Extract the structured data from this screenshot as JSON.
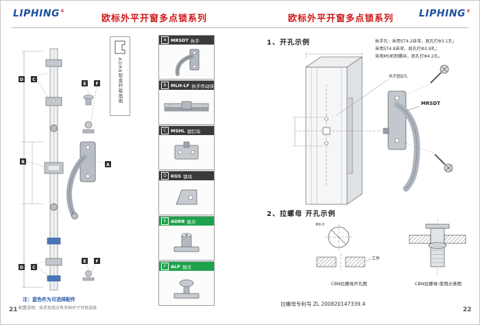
{
  "brand": {
    "name": "LIPHING",
    "reg": "®"
  },
  "series_title": "欧标外平开窗多点锁系列",
  "left_page": {
    "page_number": "21",
    "crosssection_label": "ADRB配盒杆截面图",
    "badges": [
      "D",
      "C",
      "E",
      "F",
      "B",
      "A",
      "D",
      "C",
      "E",
      "F"
    ],
    "note_blue": "注：蓝色件为可选择配件",
    "note_gray": "配置说明：执手及锁点有多种尺寸可供选择",
    "parts": [
      {
        "letter": "A",
        "code": "MRSDT",
        "name": "执手"
      },
      {
        "letter": "B",
        "code": "MLH-LF",
        "name": "执手传动块"
      },
      {
        "letter": "C",
        "code": "MSHL",
        "name": "锁钉块"
      },
      {
        "letter": "D",
        "code": "KGS",
        "name": "锁块"
      },
      {
        "letter": "E",
        "code": "ADRB",
        "name": "锁点"
      },
      {
        "letter": "F",
        "code": "ALP",
        "name": "锁点"
      }
    ]
  },
  "right_page": {
    "page_number": "22",
    "section1_title": "1、开孔示例",
    "notes": {
      "line1": "执手孔：采用ST4.2自攻，底孔打Φ3.1孔；",
      "line2": "采用ST4.8自攻，底孔打Φ3.9孔；",
      "line3": "采用M5机制螺丝，底孔打Φ4.2孔。"
    },
    "handle_label": "MRSDT",
    "callout": "执手固定孔",
    "section2_title": "2、拉螺母 开孔示例",
    "fig1": {
      "dim": "Φ9.0",
      "workpiece": "工件",
      "caption": "CBN拉螺母开孔图"
    },
    "fig2": {
      "caption": "CBN拉螺母-使用示意图"
    },
    "patent": "拉螺母专利号 ZL 200820147339.4"
  }
}
